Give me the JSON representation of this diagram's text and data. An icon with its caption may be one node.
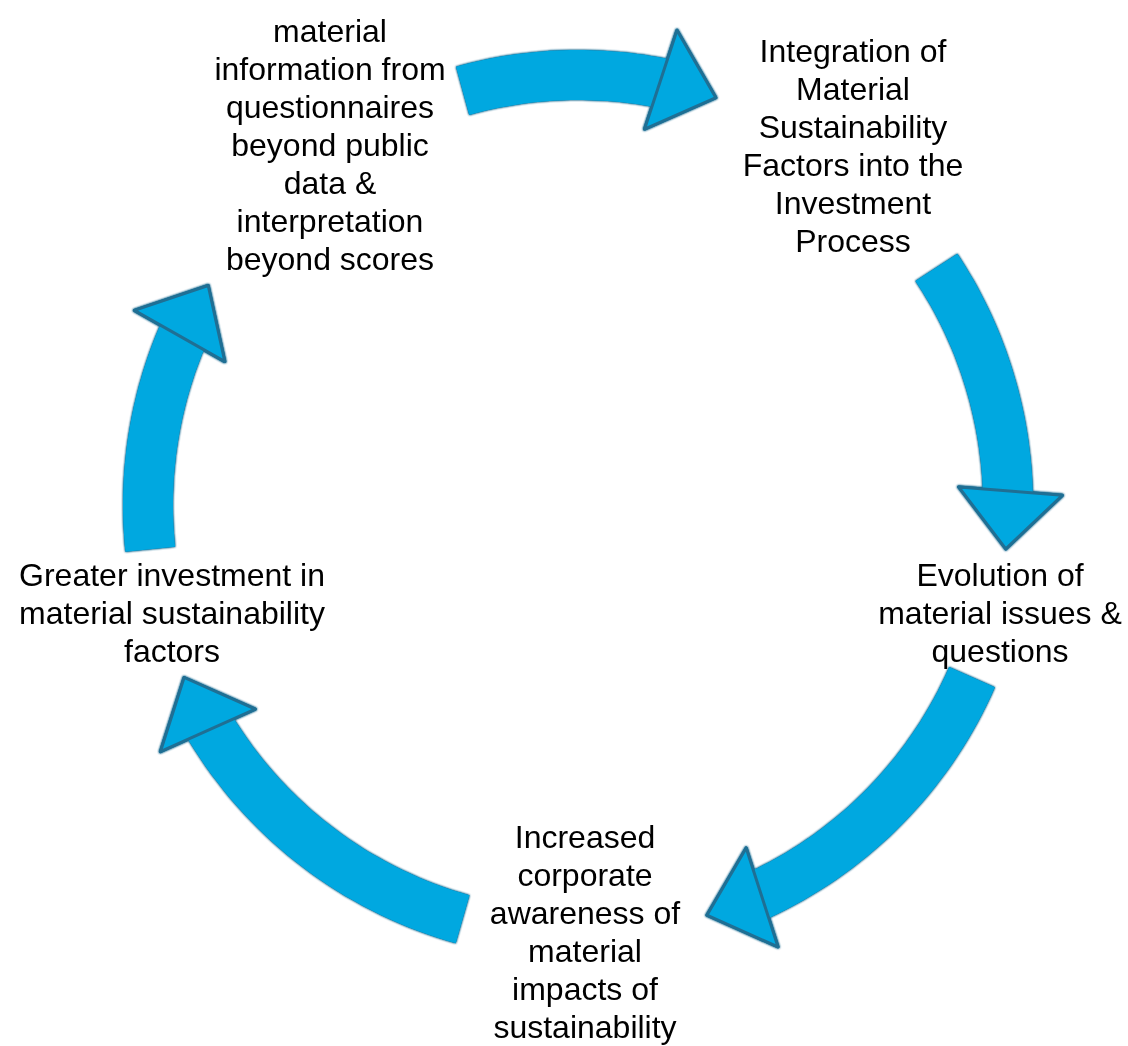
{
  "diagram": {
    "nodes": [
      {
        "text": [
          "material information from questionnaires beyond public data & interpretation beyond scores"
        ]
      },
      {
        "text": [
          "Integration of Material Sustainability Factors into the Investment Process"
        ]
      },
      {
        "text": [
          "Evolution of material issues & questions"
        ]
      },
      {
        "text": [
          "Increased corporate awareness of material impacts of sustainability"
        ]
      },
      {
        "text": [
          "Greater investment in material sustainability factors"
        ]
      }
    ],
    "edges": [
      {
        "from": 0,
        "to": 1,
        "arrow": "to"
      },
      {
        "from": 1,
        "to": 2,
        "arrow": "to"
      },
      {
        "from": 2,
        "to": 3,
        "arrow": "to"
      },
      {
        "from": 3,
        "to": 4,
        "arrow": "to"
      },
      {
        "from": 4,
        "to": 0,
        "arrow": "to"
      }
    ]
  }
}
